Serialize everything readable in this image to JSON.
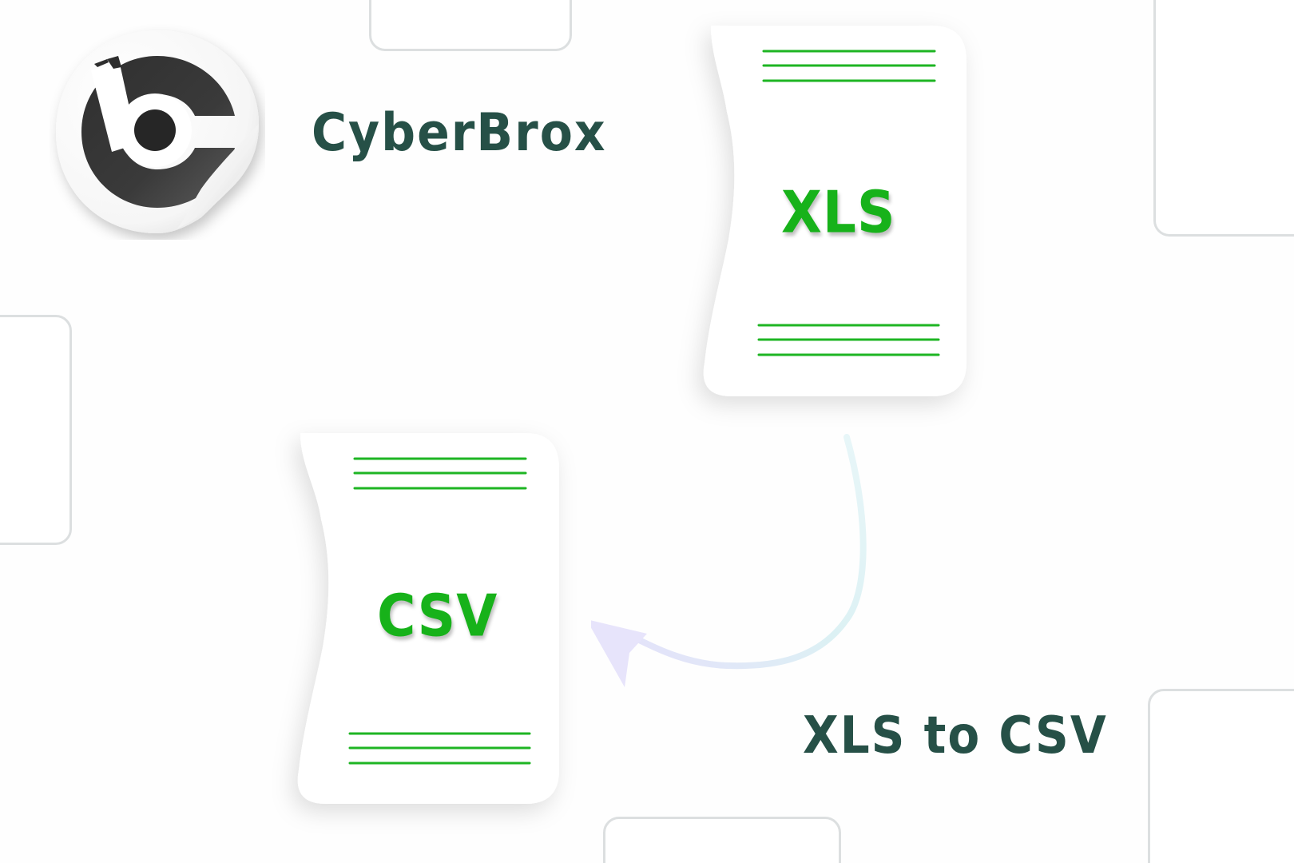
{
  "brand": {
    "name": "CyberBrox",
    "logo_icon": "cyberbrox-sticker-logo",
    "text_color": "#265047"
  },
  "source_document": {
    "label": "XLS",
    "icon": "document-icon",
    "accent_color": "#17b21a",
    "top_lines": 3,
    "bottom_lines": 3
  },
  "target_document": {
    "label": "CSV",
    "icon": "document-icon",
    "accent_color": "#17b21a",
    "top_lines": 3,
    "bottom_lines": 3
  },
  "conversion_arrow": {
    "icon": "curved-arrow-icon",
    "direction": "from XLS to CSV",
    "colors": [
      "#dff3f6",
      "#e6e3fb"
    ]
  },
  "caption": {
    "text": "XLS to CSV",
    "color": "#265047"
  },
  "background": {
    "color": "#fefefe",
    "decoration_border_color": "#dcdfe0"
  }
}
